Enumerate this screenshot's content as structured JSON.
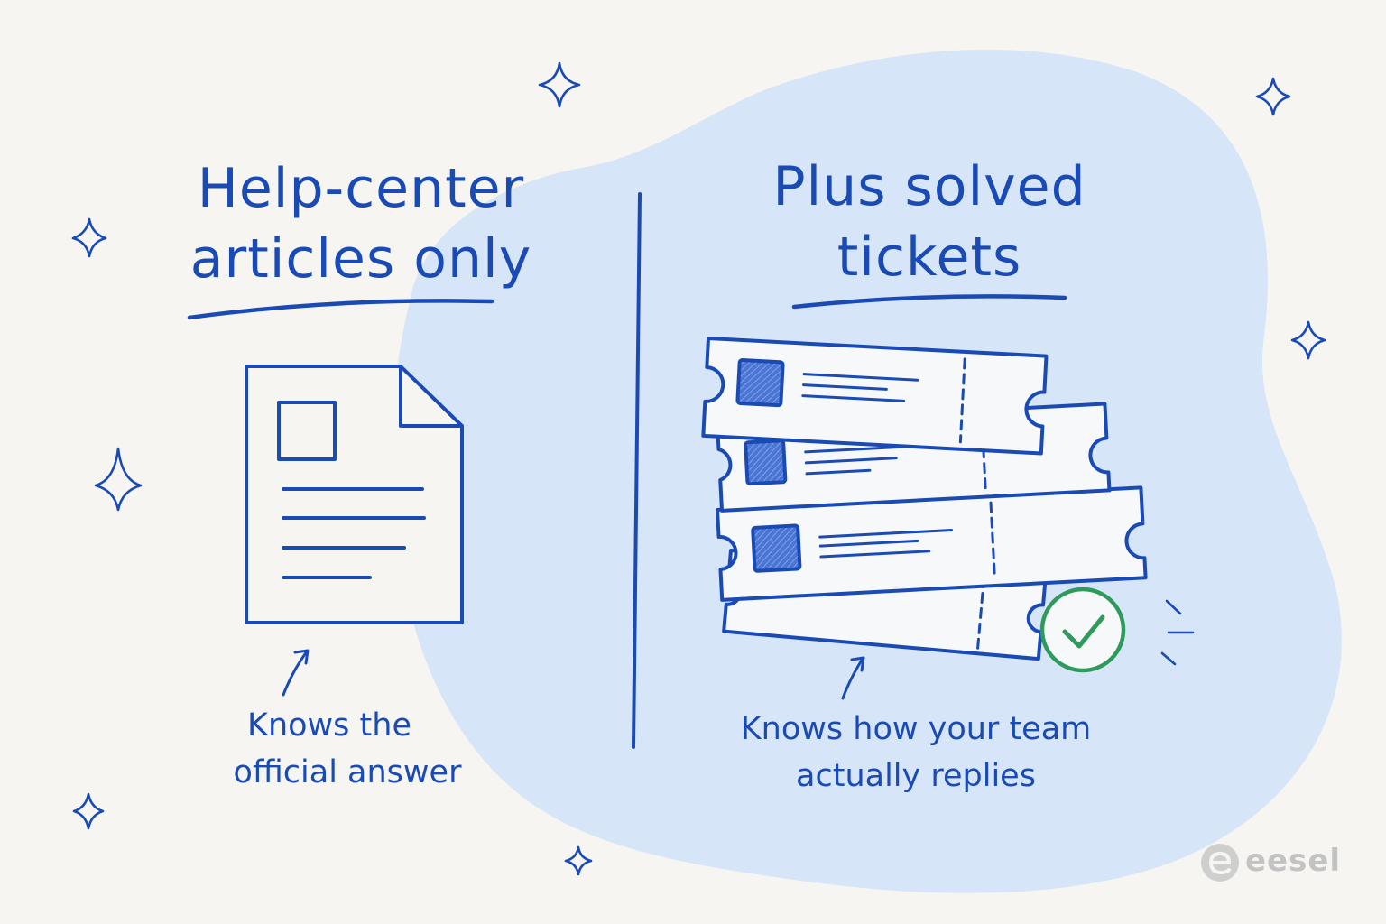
{
  "left_panel": {
    "title_lines": [
      "Help-center",
      "articles only"
    ],
    "caption_lines": [
      "Knows the",
      "official answer"
    ],
    "icon": "document-icon"
  },
  "right_panel": {
    "title_lines": [
      "Plus solved",
      "tickets"
    ],
    "caption_lines": [
      "Knows how your team",
      "actually replies"
    ],
    "icon": "ticket-stack-icon",
    "badge_icon": "checkmark-icon"
  },
  "brand": {
    "name": "eesel",
    "logo_icon": "eesel-logo-icon"
  },
  "colors": {
    "ink": "#1a4bb5",
    "blob": "#d6e5f7",
    "background": "#f6f5f1",
    "ticket_fill": "#f7f8fa",
    "check": "#2e9a5c",
    "logo": "#c3c3c3"
  }
}
